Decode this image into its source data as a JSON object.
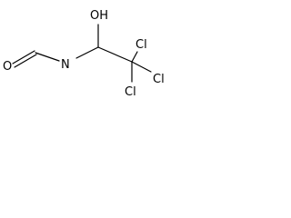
{
  "molecule": {
    "atoms": {
      "carbonyl_oxygen": "O",
      "amide_nitrogen": "N",
      "hydroxyl": "OH",
      "chlorine_1": "Cl",
      "chlorine_2": "Cl",
      "chlorine_3": "Cl"
    }
  }
}
